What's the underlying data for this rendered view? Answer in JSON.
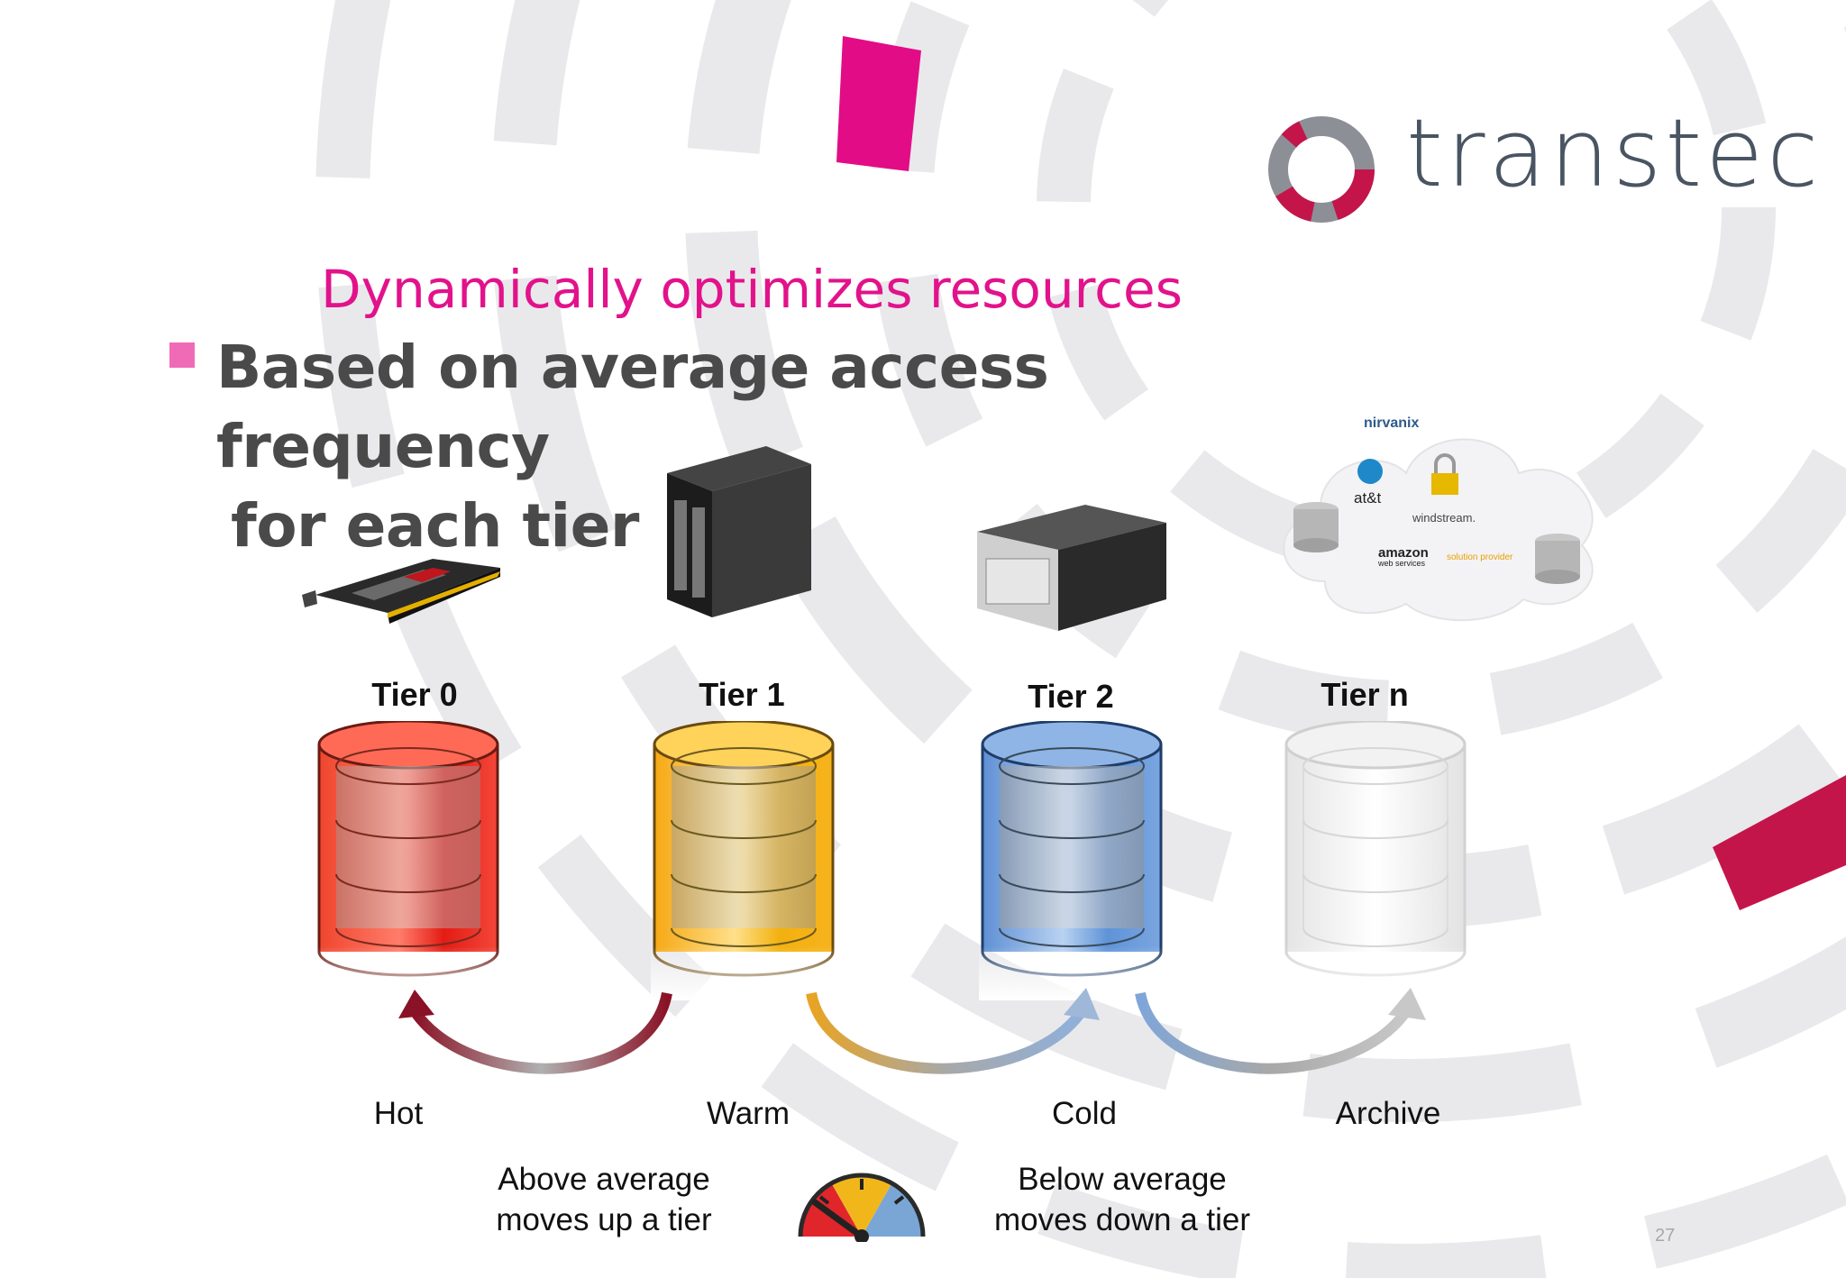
{
  "slide": {
    "logo_text": "transtec",
    "subtitle": "Dynamically optimizes resources",
    "bullet_line1": "Based on average access frequency",
    "bullet_line2": "for each tier",
    "page_number": "27"
  },
  "tiers": [
    {
      "label": "Tier 0",
      "temperature": "Hot",
      "color": "#e8281c"
    },
    {
      "label": "Tier 1",
      "temperature": "Warm",
      "color": "#f5b51a"
    },
    {
      "label": "Tier 2",
      "temperature": "Cold",
      "color": "#6f9fd8"
    },
    {
      "label": "Tier n",
      "temperature": "Archive",
      "color": "#e2e2e2"
    }
  ],
  "notes": {
    "up_line1": "Above average",
    "up_line2": "moves up a tier",
    "down_line1": "Below average",
    "down_line2": "moves down a tier"
  },
  "cloud": {
    "brands": {
      "nirvanix": "nirvanix",
      "att": "at&t",
      "windstream": "windstream.",
      "amazon": "amazon",
      "amazon_sub": "web services",
      "amazon_tag": "solution provider"
    }
  },
  "colors": {
    "accent_pink": "#e2128b",
    "logo_red": "#c4154b",
    "text_gray": "#4a4a4a"
  }
}
